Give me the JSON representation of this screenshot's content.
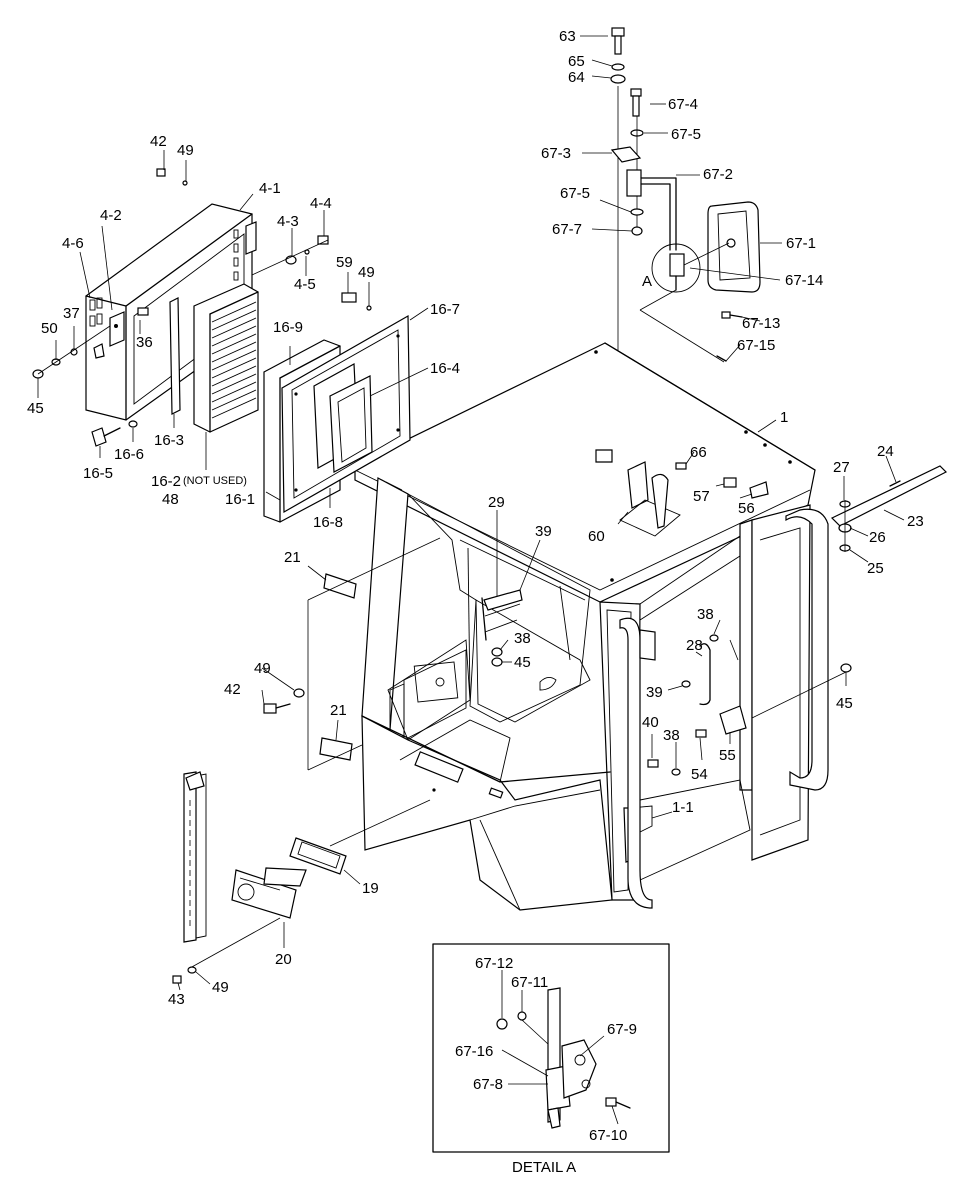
{
  "labels": {
    "l63": "63",
    "l65": "65",
    "l64": "64",
    "l67_4": "67-4",
    "l67_5a": "67-5",
    "l67_3": "67-3",
    "l67_2": "67-2",
    "l67_5b": "67-5",
    "l67_7": "67-7",
    "l67_1": "67-1",
    "l67_14": "67-14",
    "lA": "A",
    "l67_13": "67-13",
    "l67_15": "67-15",
    "l42a": "42",
    "l49a": "49",
    "l4_1": "4-1",
    "l4_2": "4-2",
    "l4_6": "4-6",
    "l4_3": "4-3",
    "l4_4": "4-4",
    "l4_5": "4-5",
    "l59": "59",
    "l49b": "49",
    "l37": "37",
    "l50": "50",
    "l36": "36",
    "l45a": "45",
    "l16_9": "16-9",
    "l16_7": "16-7",
    "l16_4": "16-4",
    "l16_6": "16-6",
    "l16_3": "16-3",
    "l16_5": "16-5",
    "l16_2": "16-2",
    "l16_2_note": "(NOT USED)",
    "l48": "48",
    "l16_1": "16-1",
    "l16_8": "16-8",
    "l1": "1",
    "l66": "66",
    "l57": "57",
    "l56": "56",
    "l60": "60",
    "l27": "27",
    "l24": "24",
    "l26": "26",
    "l23": "23",
    "l25": "25",
    "l29": "29",
    "l39a": "39",
    "l21a": "21",
    "l38a": "38",
    "l45b": "45",
    "l38b": "38",
    "l28": "28",
    "l39b": "39",
    "l45c": "45",
    "l49c": "49",
    "l42b": "42",
    "l21b": "21",
    "l40": "40",
    "l38c": "38",
    "l54": "54",
    "l55": "55",
    "l1_1": "1-1",
    "l19": "19",
    "l20": "20",
    "l43": "43",
    "l49d": "49",
    "l67_12": "67-12",
    "l67_11": "67-11",
    "l67_9": "67-9",
    "l67_16": "67-16",
    "l67_8": "67-8",
    "l67_10": "67-10",
    "detail_title": "DETAIL A"
  }
}
